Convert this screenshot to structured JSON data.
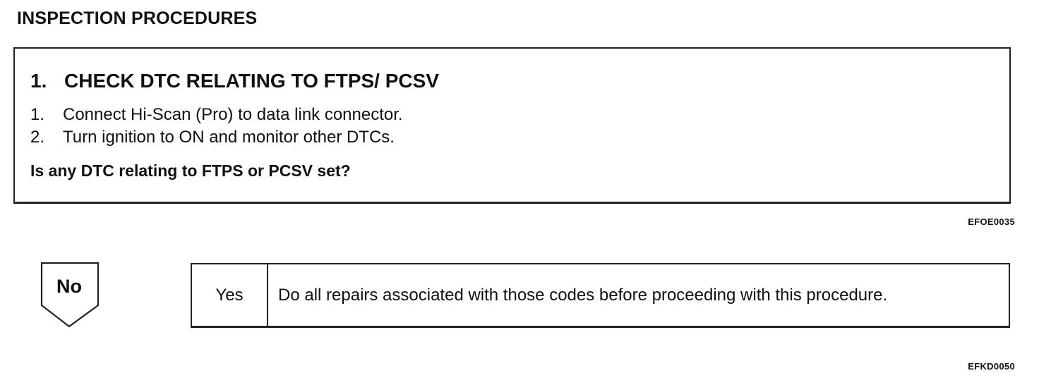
{
  "heading": "INSPECTION PROCEDURES",
  "step": {
    "number": "1.",
    "title": "CHECK DTC RELATING TO FTPS/ PCSV",
    "items": [
      {
        "number": "1.",
        "text": "Connect Hi-Scan (Pro) to data link connector."
      },
      {
        "number": "2.",
        "text": "Turn ignition to ON and monitor other DTCs."
      }
    ],
    "question": "Is any DTC relating to FTPS or PCSV set?"
  },
  "figure_codes": [
    "EFOE0035",
    "EFKD0050"
  ],
  "no_branch": {
    "label": "No"
  },
  "yes_branch": {
    "label": "Yes",
    "action": "Do all repairs associated with those codes before proceeding with this procedure."
  }
}
